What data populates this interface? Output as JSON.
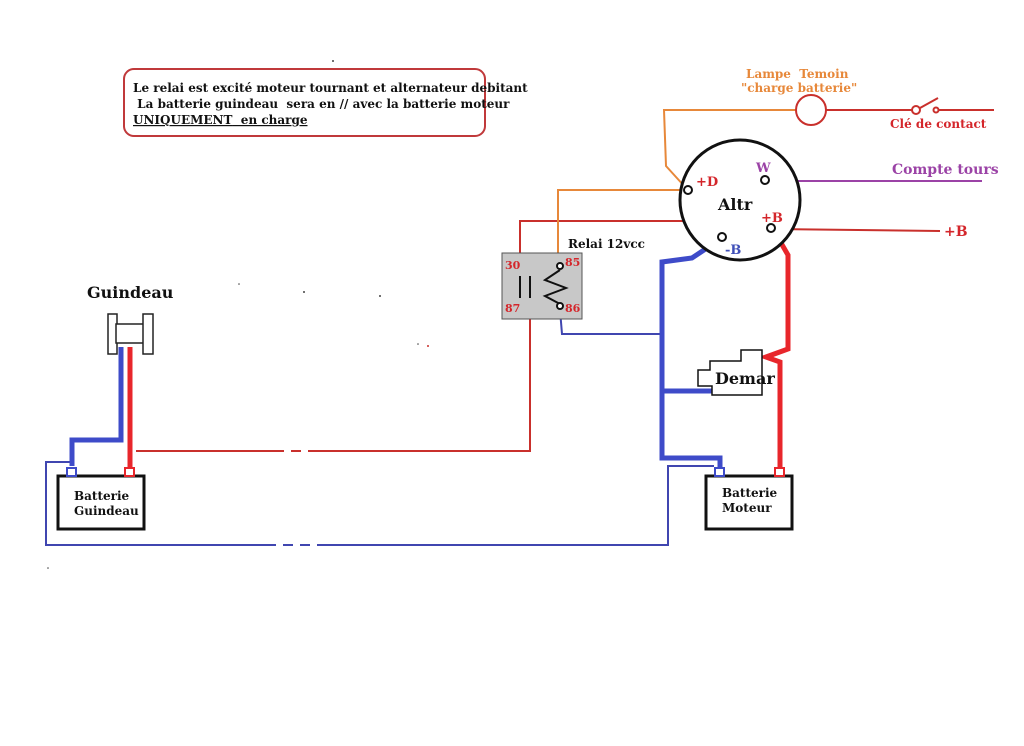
{
  "colors": {
    "positive": "#e8262b",
    "negative": "#3e4bc9",
    "thin_positive": "#c9302c",
    "thin_negative": "#4046b0",
    "lamp_wire": "#e7883a",
    "tach_wire": "#9b43a6",
    "relay_box": "#c8c8c8",
    "note_border": "#c0393b"
  },
  "note": {
    "line1": "Le relai est excité moteur  tournant et alternateur debitant",
    "line2": " La batterie guindeau  sera en // avec la batterie moteur",
    "line3_emphasis": "UNIQUEMENT",
    "line3_rest": "  en charge"
  },
  "windlass": {
    "label": "Guindeau",
    "icon": "winch-icon"
  },
  "windlass_battery": {
    "line1": "Batterie",
    "line2": "Guindeau"
  },
  "engine_battery": {
    "line1": "Batterie",
    "line2": "Moteur"
  },
  "relay": {
    "label": "Relai 12vcc",
    "pin30": "30",
    "pin85": "85",
    "pin87": "87",
    "pin86": "86",
    "icon": "relay-coil-icon"
  },
  "alternator": {
    "label": "Altr",
    "term_d": "+D",
    "term_w": "W",
    "term_b": "+B",
    "term_neg": "-B"
  },
  "lamp": {
    "line1": "Lampe  Temoin",
    "line2": "\"charge batterie\"",
    "icon": "lamp-icon"
  },
  "ignition": {
    "label": "Clé de contact",
    "icon": "switch-icon"
  },
  "tach": {
    "label": "Compte tours"
  },
  "plus_b": {
    "label": "+B"
  },
  "starter": {
    "label": "Demar",
    "icon": "starter-motor-icon"
  }
}
